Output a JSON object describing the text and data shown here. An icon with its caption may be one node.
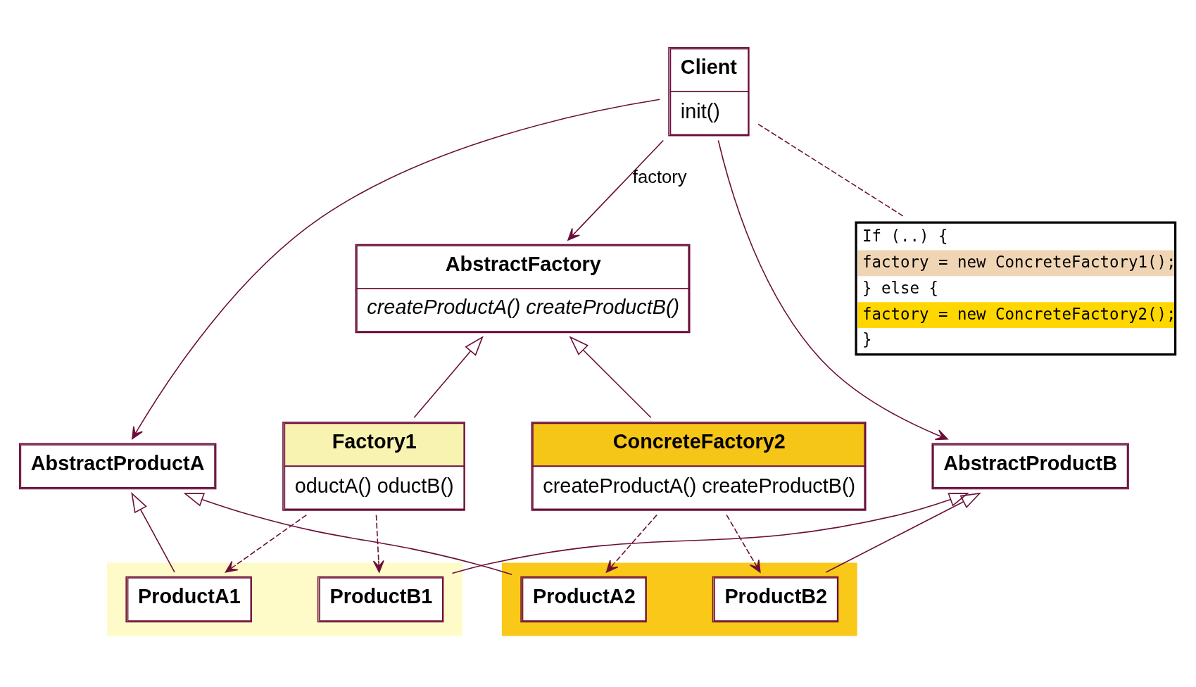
{
  "diagram": {
    "nodes": [
      {
        "text": [
          "Client",
          "init()"
        ]
      },
      {
        "text": [
          "AbstractFactory",
          "createProductA() createProductB()"
        ]
      },
      {
        "text": [
          "Factory1",
          "oductA() oductB()"
        ]
      },
      {
        "text": [
          "ConcreteFactory2",
          "createProductA() createProductB()"
        ]
      },
      {
        "text": [
          "AbstractProductA"
        ]
      },
      {
        "text": [],
        "shape": "band"
      },
      {
        "text": [
          "ProductA2"
        ],
        "in": 5
      },
      {
        "text": [
          "ProductB2"
        ],
        "in": 5
      },
      {
        "text": [],
        "shape": "band"
      },
      {
        "text": [
          "ProductA1"
        ],
        "in": 8
      },
      {
        "text": [
          "ProductB1"
        ],
        "in": 8
      },
      {
        "text": [
          "AbstractProductB"
        ]
      },
      {
        "text": [
          "If (..) {",
          "factory = new ConcreteFactory1();",
          "} else {",
          "factory = new ConcreteFactory2();",
          "}"
        ]
      }
    ],
    "edges": [
      {
        "from": 0,
        "to": 1,
        "arrow": "to",
        "label": "factory"
      },
      {
        "from": 0,
        "to": 4,
        "arrow": "to"
      },
      {
        "from": 0,
        "to": 11,
        "arrow": "to"
      },
      {
        "from": 0,
        "to": 12,
        "arrow": "none",
        "style": "dashed"
      },
      {
        "from": 2,
        "to": 1,
        "arrow": "to"
      },
      {
        "from": 3,
        "to": 1,
        "arrow": "to"
      },
      {
        "from": 6,
        "to": 4,
        "arrow": "to"
      },
      {
        "from": 9,
        "to": 4,
        "arrow": "to"
      },
      {
        "from": 7,
        "to": 11,
        "arrow": "to"
      },
      {
        "from": 10,
        "to": 11,
        "arrow": "to"
      },
      {
        "from": 3,
        "to": 6,
        "arrow": "to",
        "style": "dashed"
      },
      {
        "from": 3,
        "to": 7,
        "arrow": "to",
        "style": "dashed"
      },
      {
        "from": 2,
        "to": 9,
        "arrow": "to",
        "style": "dashed"
      },
      {
        "from": 2,
        "to": 10,
        "arrow": "to",
        "style": "dashed"
      }
    ]
  }
}
